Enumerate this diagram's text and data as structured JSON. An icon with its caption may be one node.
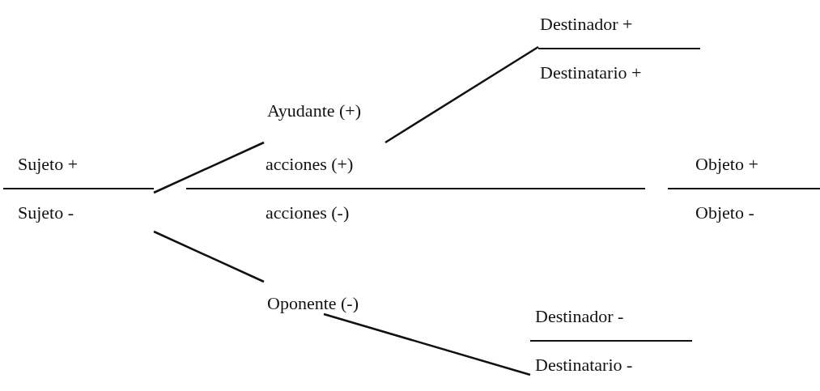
{
  "diagram": {
    "nodes": [
      {
        "text": [
          "Destinador +",
          "Destinatario +"
        ]
      },
      {
        "text": [
          "Ayudante (+)"
        ]
      },
      {
        "text": [
          "Sujeto +",
          "Sujeto -"
        ]
      },
      {
        "text": [
          "acciones (+)",
          "acciones (-)"
        ]
      },
      {
        "text": [
          "Objeto +",
          "Objeto -"
        ]
      },
      {
        "text": [
          "Oponente (-)"
        ]
      },
      {
        "text": [
          "Destinador -",
          "Destinatario -"
        ]
      }
    ],
    "edges": [
      {
        "from": 2,
        "to": 1,
        "arrow": "none"
      },
      {
        "from": 1,
        "to": 0,
        "arrow": "none"
      },
      {
        "from": 2,
        "to": 5,
        "arrow": "none"
      },
      {
        "from": 5,
        "to": 6,
        "arrow": "none"
      }
    ]
  }
}
